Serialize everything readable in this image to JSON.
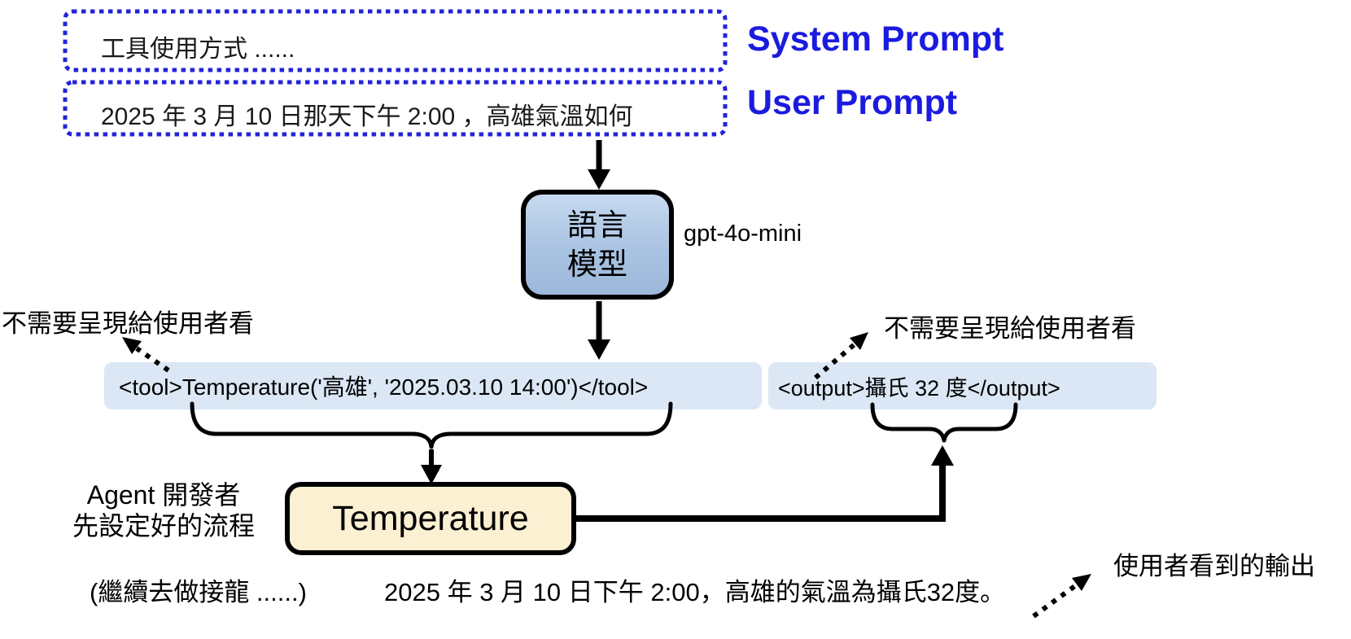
{
  "prompts": {
    "system_box_text": "工具使用方式 ......",
    "system_label": "System Prompt",
    "user_box_text": "2025 年 3 月 10 日那天下午 2:00 ，高雄氣溫如何",
    "user_label": "User Prompt"
  },
  "model": {
    "name_line1": "語言",
    "name_line2": "模型",
    "external_label": "gpt-4o-mini"
  },
  "messages": {
    "tool_call": "<tool>Temperature('高雄', '2025.03.10 14:00')</tool>",
    "tool_output": "<output>攝氏 32 度</output>"
  },
  "tool": {
    "name": "Temperature"
  },
  "annotations": {
    "hidden_from_user_left": "不需要呈現給使用者看",
    "hidden_from_user_right": "不需要呈現給使用者看",
    "agent_flow_line1": "Agent 開發者",
    "agent_flow_line2": "先設定好的流程",
    "user_visible_output": "使用者看到的輸出",
    "continuation_note": "(繼續去做接龍 ......)",
    "final_answer": "2025 年 3 月 10 日下午 2:00，高雄的氣溫為攝氏32度。"
  },
  "colors": {
    "prompt_blue": "#1b1be0",
    "dotted_border_blue": "#2323d9",
    "message_bar_bg": "#dbe7f4",
    "llm_fill_top": "#c6d9ef",
    "llm_fill_bottom": "#9cb8da",
    "tool_box_fill": "#fcf0d3",
    "connector_black": "#000000"
  }
}
